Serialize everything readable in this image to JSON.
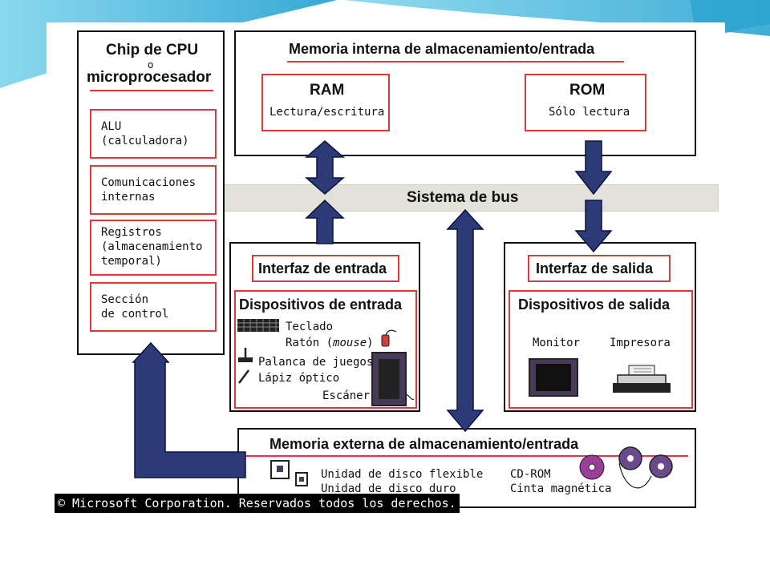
{
  "cpu": {
    "title_line1": "Chip de CPU",
    "title_line2": "o",
    "title_line3": "microprocesador",
    "items": [
      {
        "line1": "ALU",
        "line2": "(calculadora)",
        "line3": ""
      },
      {
        "line1": "Comunicaciones",
        "line2": "internas",
        "line3": ""
      },
      {
        "line1": "Registros",
        "line2": "(almacenamiento",
        "line3": "temporal)"
      },
      {
        "line1": "Sección",
        "line2": "de control",
        "line3": ""
      }
    ]
  },
  "internal_memory": {
    "title": "Memoria interna de almacenamiento/entrada",
    "ram_title": "RAM",
    "ram_desc": "Lectura/escritura",
    "rom_title": "ROM",
    "rom_desc": "Sólo lectura"
  },
  "bus": {
    "label": "Sistema de bus"
  },
  "input": {
    "interface_title": "Interfaz de entrada",
    "devices_title": "Dispositivos de entrada",
    "keyboard": "Teclado",
    "mouse_prefix": "Ratón (",
    "mouse_italic": "mouse",
    "mouse_suffix": ")",
    "joystick": "Palanca de juegos",
    "light_pen": "Lápiz óptico",
    "scanner": "Escáner"
  },
  "output": {
    "interface_title": "Interfaz de salida",
    "devices_title": "Dispositivos de salida",
    "monitor": "Monitor",
    "printer": "Impresora"
  },
  "external_memory": {
    "title": "Memoria externa de almacenamiento/entrada",
    "floppy": "Unidad de disco flexible",
    "hard_disk": "Unidad de disco duro",
    "cdrom": "CD-ROM",
    "tape": "Cinta magnética"
  },
  "footer": {
    "copyright": "© Microsoft Corporation. Reservados todos los derechos."
  },
  "colors": {
    "arrow": "#2c3a78",
    "red": "#d93a3a",
    "bus": "#e2e2da",
    "teal": "#2aa6c9"
  }
}
